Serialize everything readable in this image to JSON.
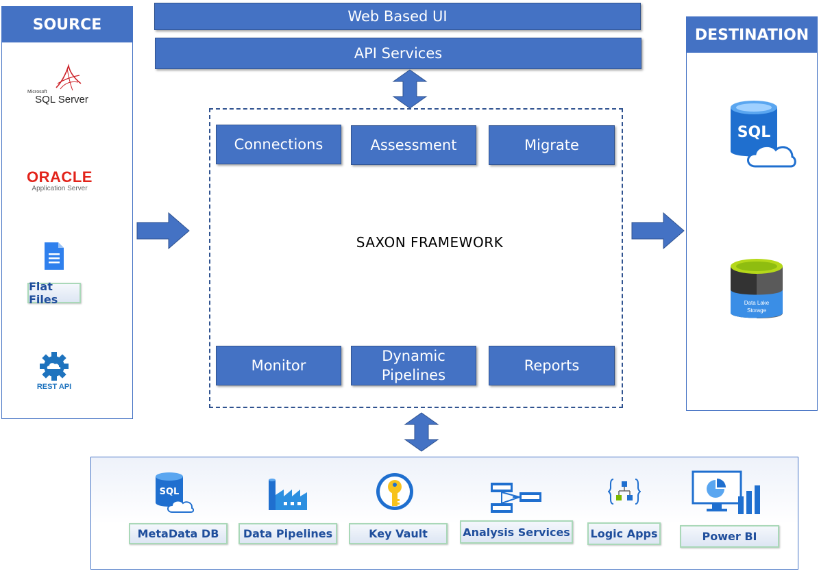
{
  "top": {
    "web_ui": "Web Based UI",
    "api_services": "API Services"
  },
  "source": {
    "title": "SOURCE",
    "sql_server": {
      "small": "Microsoft",
      "name": "SQL Server"
    },
    "oracle": {
      "name": "ORACLE",
      "sub": "Application Server"
    },
    "flat_files": "Flat Files",
    "rest_api": "REST API"
  },
  "framework": {
    "title": "SAXON FRAMEWORK",
    "modules_top": [
      "Connections",
      "Assessment",
      "Migrate"
    ],
    "modules_bottom": [
      "Monitor",
      "Dynamic Pipelines",
      "Reports"
    ]
  },
  "destination": {
    "title": "DESTINATION",
    "sql_icon_text": "SQL",
    "data_lake": {
      "line1": "Data Lake",
      "line2": "Storage"
    }
  },
  "services": {
    "sql_icon_text": "SQL",
    "items": [
      "MetaData DB",
      "Data Pipelines",
      "Key Vault",
      "Analysis Services",
      "Logic Apps",
      "Power BI"
    ]
  },
  "colors": {
    "primary": "#4472c4",
    "dark_blue": "#2f528f",
    "label_text": "#1f4e9c",
    "oracle_red": "#e2231a"
  }
}
